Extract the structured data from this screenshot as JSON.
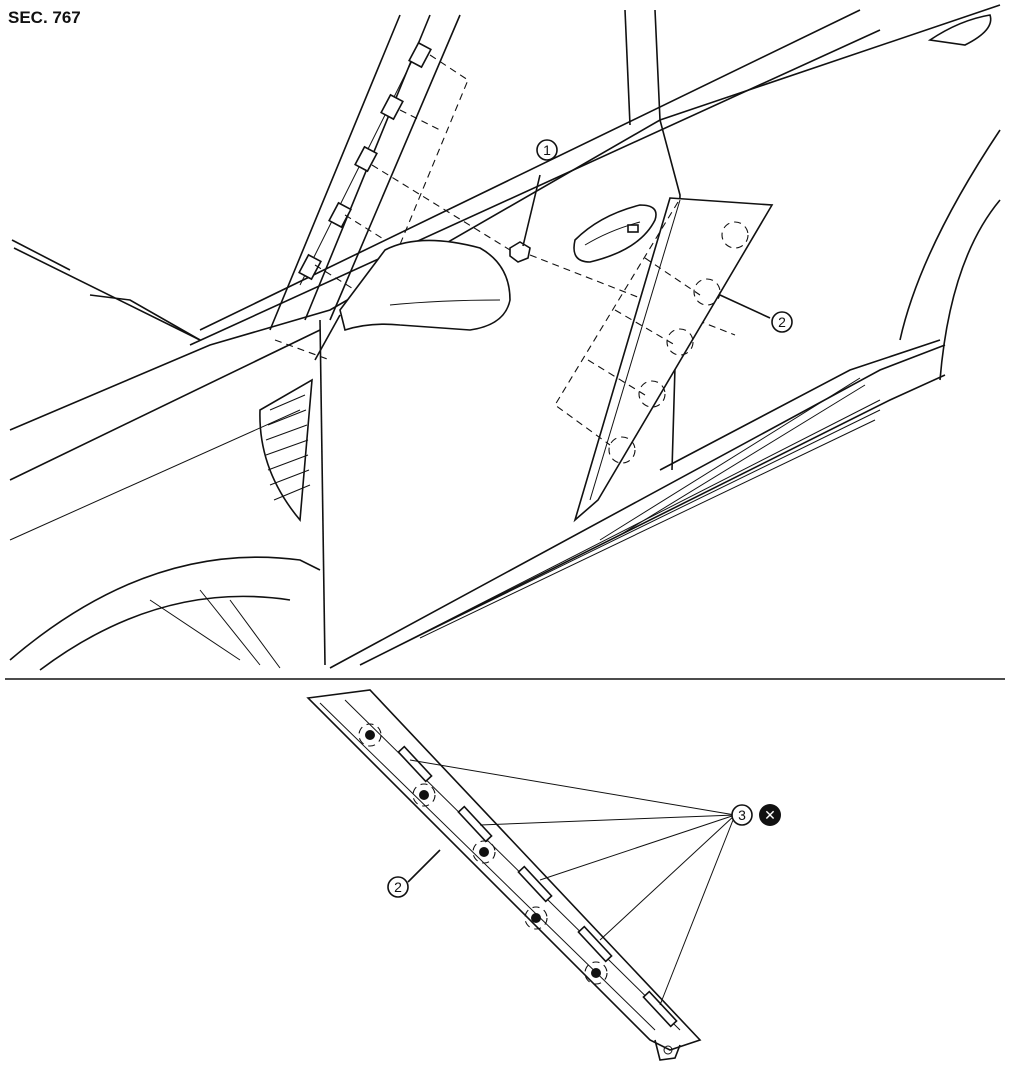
{
  "section_label": "SEC. 767",
  "callouts": {
    "c1": "1",
    "c2_top": "2",
    "c2_bottom": "2",
    "c3": "3"
  },
  "no_reuse_symbol": "✕"
}
